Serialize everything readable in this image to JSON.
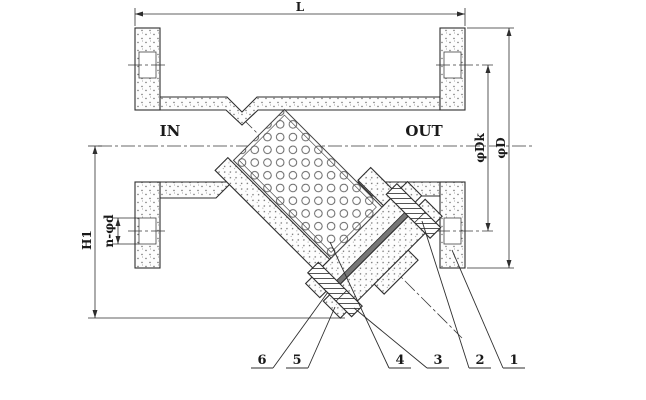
{
  "drawing": {
    "flow": {
      "inlet": "IN",
      "outlet": "OUT"
    },
    "dims": {
      "length": "L",
      "height": "H1",
      "bolt_holes": "n-φd",
      "bolt_circle": "φDk",
      "flange_od": "φD"
    },
    "parts": [
      "6",
      "5",
      "4",
      "3",
      "2",
      "1"
    ]
  }
}
